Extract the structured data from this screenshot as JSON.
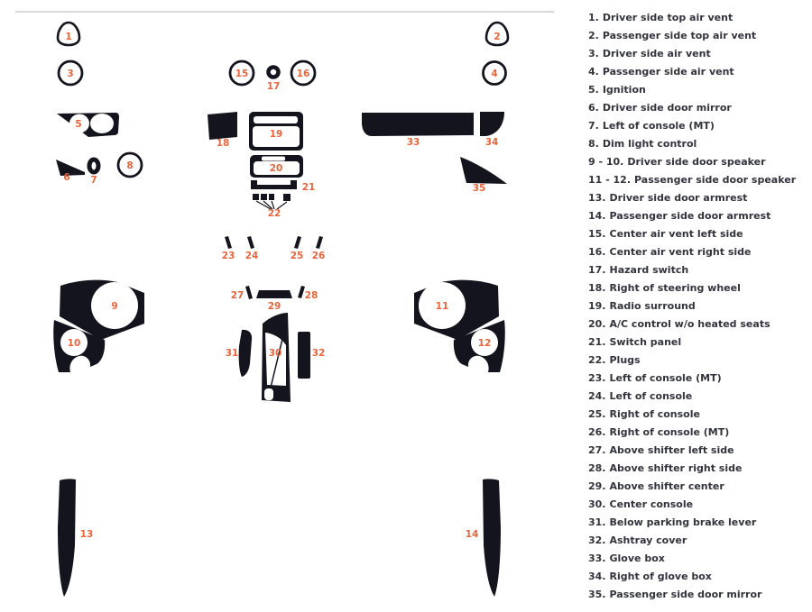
{
  "diagram": {
    "label_color": "#e8653c",
    "shape_color": "#14141e",
    "divider_color": "#cccccc",
    "labels": [
      "1",
      "2",
      "3",
      "4",
      "5",
      "6",
      "7",
      "8",
      "9",
      "10",
      "11",
      "12",
      "13",
      "14",
      "15",
      "16",
      "17",
      "18",
      "19",
      "20",
      "21",
      "22",
      "23",
      "24",
      "25",
      "26",
      "27",
      "28",
      "29",
      "30",
      "31",
      "32",
      "33",
      "34",
      "35"
    ]
  },
  "legend": {
    "items": [
      {
        "num": "1.",
        "name": "Driver side top air vent"
      },
      {
        "num": "2.",
        "name": "Passenger side top air vent"
      },
      {
        "num": "3.",
        "name": "Driver side air vent"
      },
      {
        "num": "4.",
        "name": "Passenger side air vent"
      },
      {
        "num": "5.",
        "name": "Ignition"
      },
      {
        "num": "6.",
        "name": "Driver side door mirror"
      },
      {
        "num": "7.",
        "name": "Left of console (MT)"
      },
      {
        "num": "8.",
        "name": "Dim light control"
      },
      {
        "num": "9 - 10.",
        "name": "Driver side door speaker"
      },
      {
        "num": "11 - 12.",
        "name": "Passenger side door speaker"
      },
      {
        "num": "13.",
        "name": "Driver side door armrest"
      },
      {
        "num": "14.",
        "name": "Passenger side door armrest"
      },
      {
        "num": "15.",
        "name": "Center air vent left side"
      },
      {
        "num": "16.",
        "name": "Center air vent right side"
      },
      {
        "num": "17.",
        "name": "Hazard switch"
      },
      {
        "num": "18.",
        "name": "Right of steering wheel"
      },
      {
        "num": "19.",
        "name": "Radio surround"
      },
      {
        "num": "20.",
        "name": "A/C control w/o heated seats"
      },
      {
        "num": "21.",
        "name": "Switch panel"
      },
      {
        "num": "22.",
        "name": "Plugs"
      },
      {
        "num": "23.",
        "name": "Left of console (MT)"
      },
      {
        "num": "24.",
        "name": "Left of console"
      },
      {
        "num": "25.",
        "name": "Right of console"
      },
      {
        "num": "26.",
        "name": "Right of console (MT)"
      },
      {
        "num": "27.",
        "name": "Above shifter left side"
      },
      {
        "num": "28.",
        "name": "Above shifter right side"
      },
      {
        "num": "29.",
        "name": "Above shifter center"
      },
      {
        "num": "30.",
        "name": "Center console"
      },
      {
        "num": "31.",
        "name": "Below parking brake lever"
      },
      {
        "num": "32.",
        "name": "Ashtray cover"
      },
      {
        "num": "33.",
        "name": "Glove box"
      },
      {
        "num": "34.",
        "name": "Right of glove box"
      },
      {
        "num": "35.",
        "name": "Passenger side door mirror"
      }
    ]
  }
}
